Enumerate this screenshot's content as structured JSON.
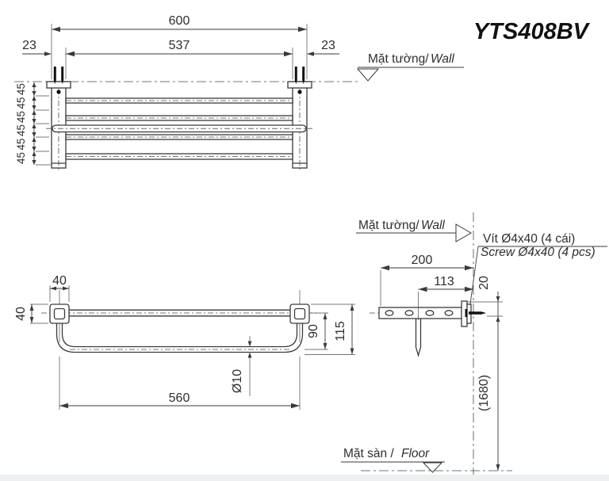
{
  "title": "YTS408BV",
  "labels": {
    "wall_vi": "Mặt tường/",
    "wall_en": "Wall",
    "floor_vi": "Mặt sàn /",
    "floor_en": "Floor",
    "screw_note_vi": "Vít Ø4x40 (4 cái)",
    "screw_note_en": "Screw Ø4x40 (4 pcs)"
  },
  "front_view": {
    "dims": {
      "overall_width": "600",
      "mount_span": "537",
      "end_offset_left": "23",
      "end_offset_right": "23",
      "bar_spacing": [
        "45",
        "45",
        "45",
        "45",
        "45",
        "45"
      ]
    }
  },
  "plan_view": {
    "dims": {
      "flange_width": "40",
      "flange_height": "40",
      "bar_length": "560",
      "bar_diameter": "Ø10",
      "bar_depth": "90",
      "overall_depth": "115"
    }
  },
  "side_view": {
    "dims": {
      "shelf_depth": "200",
      "hanger_offset": "113",
      "screw_offset": "20",
      "mounting_height": "(1680)"
    }
  },
  "colors": {
    "line": "#3a3a3a",
    "text": "#2e2e2e",
    "floor_strip": "#edeff1"
  }
}
